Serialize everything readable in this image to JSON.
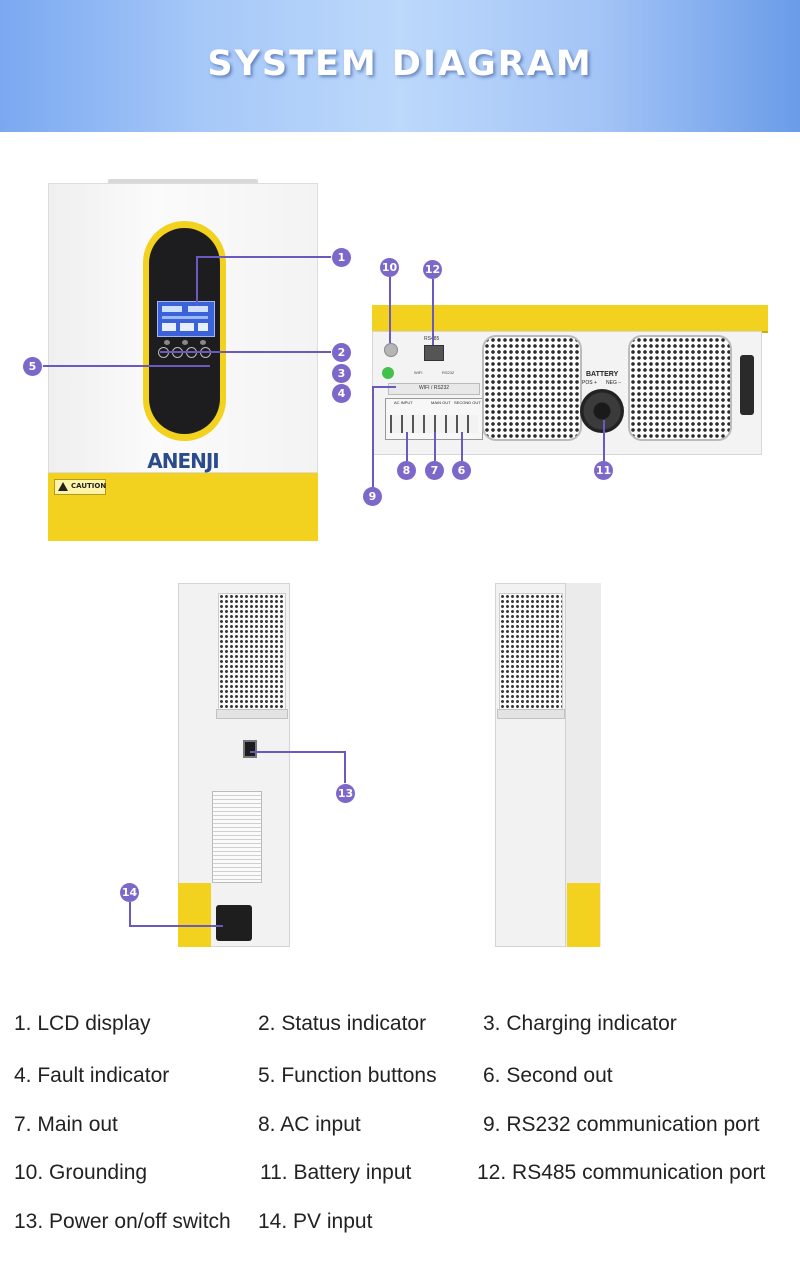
{
  "header": {
    "title": "SYSTEM DIAGRAM"
  },
  "front": {
    "brand": "ANENJI",
    "caution_label": "CAUTION"
  },
  "bottom_panel": {
    "port_labels": {
      "rs485": "RS485",
      "wifi": "WIFI",
      "rs232": "RS232",
      "wifi_rs232": "WIFI / RS232",
      "ac_input": "AC INPUT",
      "main_out": "MAIN OUT",
      "second_out": "SECOND OUT",
      "battery": "BATTERY",
      "battery_pos": "POS +",
      "battery_neg": "NEG −"
    }
  },
  "callouts": {
    "c1": "1",
    "c2": "2",
    "c3": "3",
    "c4": "4",
    "c5": "5",
    "c6": "6",
    "c7": "7",
    "c8": "8",
    "c9": "9",
    "c10": "10",
    "c11": "11",
    "c12": "12",
    "c13": "13",
    "c14": "14"
  },
  "legend": [
    "1. LCD display",
    "2. Status indicator",
    "3. Charging indicator",
    "4. Fault indicator",
    "5. Function buttons",
    "6. Second out",
    "7. Main out",
    "8. AC input",
    "9. RS232 communication port",
    "10. Grounding",
    "11. Battery input",
    "12. RS485 communication port",
    "13. Power on/off switch",
    "14. PV input"
  ],
  "colors": {
    "yellow": "#f2d21f",
    "callout": "#7b68c9",
    "body": "#f4f4f4"
  }
}
